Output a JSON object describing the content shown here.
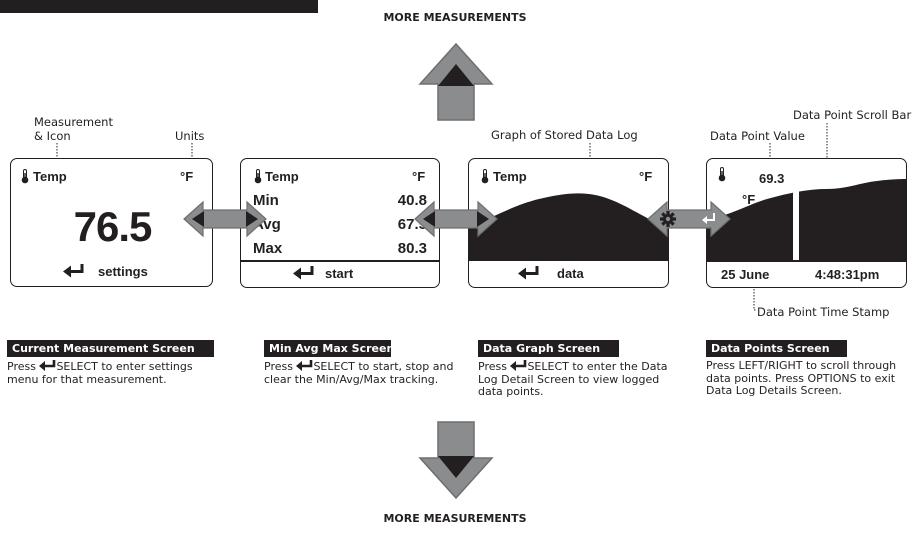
{
  "nav": {
    "up_label": "MORE MEASUREMENTS",
    "down_label": "MORE MEASUREMENTS"
  },
  "annotations": {
    "measurement_icon_line1": "Measurement",
    "measurement_icon_line2": "& Icon",
    "units": "Units",
    "graph_log": "Graph of Stored Data Log",
    "point_value": "Data Point Value",
    "scroll_bar": "Data Point Scroll Bar",
    "time_stamp": "Data Point Time Stamp"
  },
  "screens": {
    "current": {
      "label": "Temp",
      "unit": "°F",
      "value": "76.5",
      "action": "settings",
      "title": "Current Measurement Screen",
      "desc_prefix": "Press",
      "desc": "SELECT to enter settings menu for that measurement."
    },
    "minavgmax": {
      "label": "Temp",
      "unit": "°F",
      "rows": [
        {
          "label": "Min",
          "value": "40.8"
        },
        {
          "label": "Avg",
          "value": "67.5"
        },
        {
          "label": "Max",
          "value": "80.3"
        }
      ],
      "action": "start",
      "title": "Min Avg Max Screen",
      "desc_prefix": "Press",
      "desc": "SELECT to start, stop and clear the Min/Avg/Max tracking."
    },
    "graph": {
      "label": "Temp",
      "unit": "°F",
      "action": "data",
      "title": "Data Graph Screen",
      "desc_prefix": "Press",
      "desc": "SELECT to enter the Data Log Detail Screen to view logged data points."
    },
    "points": {
      "value": "69.3",
      "unit": "°F",
      "date": "25 June",
      "time": "4:48:31pm",
      "title": "Data Points Screen",
      "desc": "Press LEFT/RIGHT to scroll through data points.  Press OPTIONS to exit Data Log Details Screen."
    }
  },
  "colors": {
    "ink": "#231f20",
    "arrow_fill": "#8a8c8e",
    "arrow_outline": "#6d6e70",
    "background": "#ffffff"
  },
  "icons": {
    "thermometer": "thermometer-icon",
    "enter": "enter-arrow-icon",
    "options": "gear-icon",
    "nav_up": "up-arrow-icon",
    "nav_down": "down-arrow-icon",
    "nav_horizontal": "double-arrow-icon"
  }
}
